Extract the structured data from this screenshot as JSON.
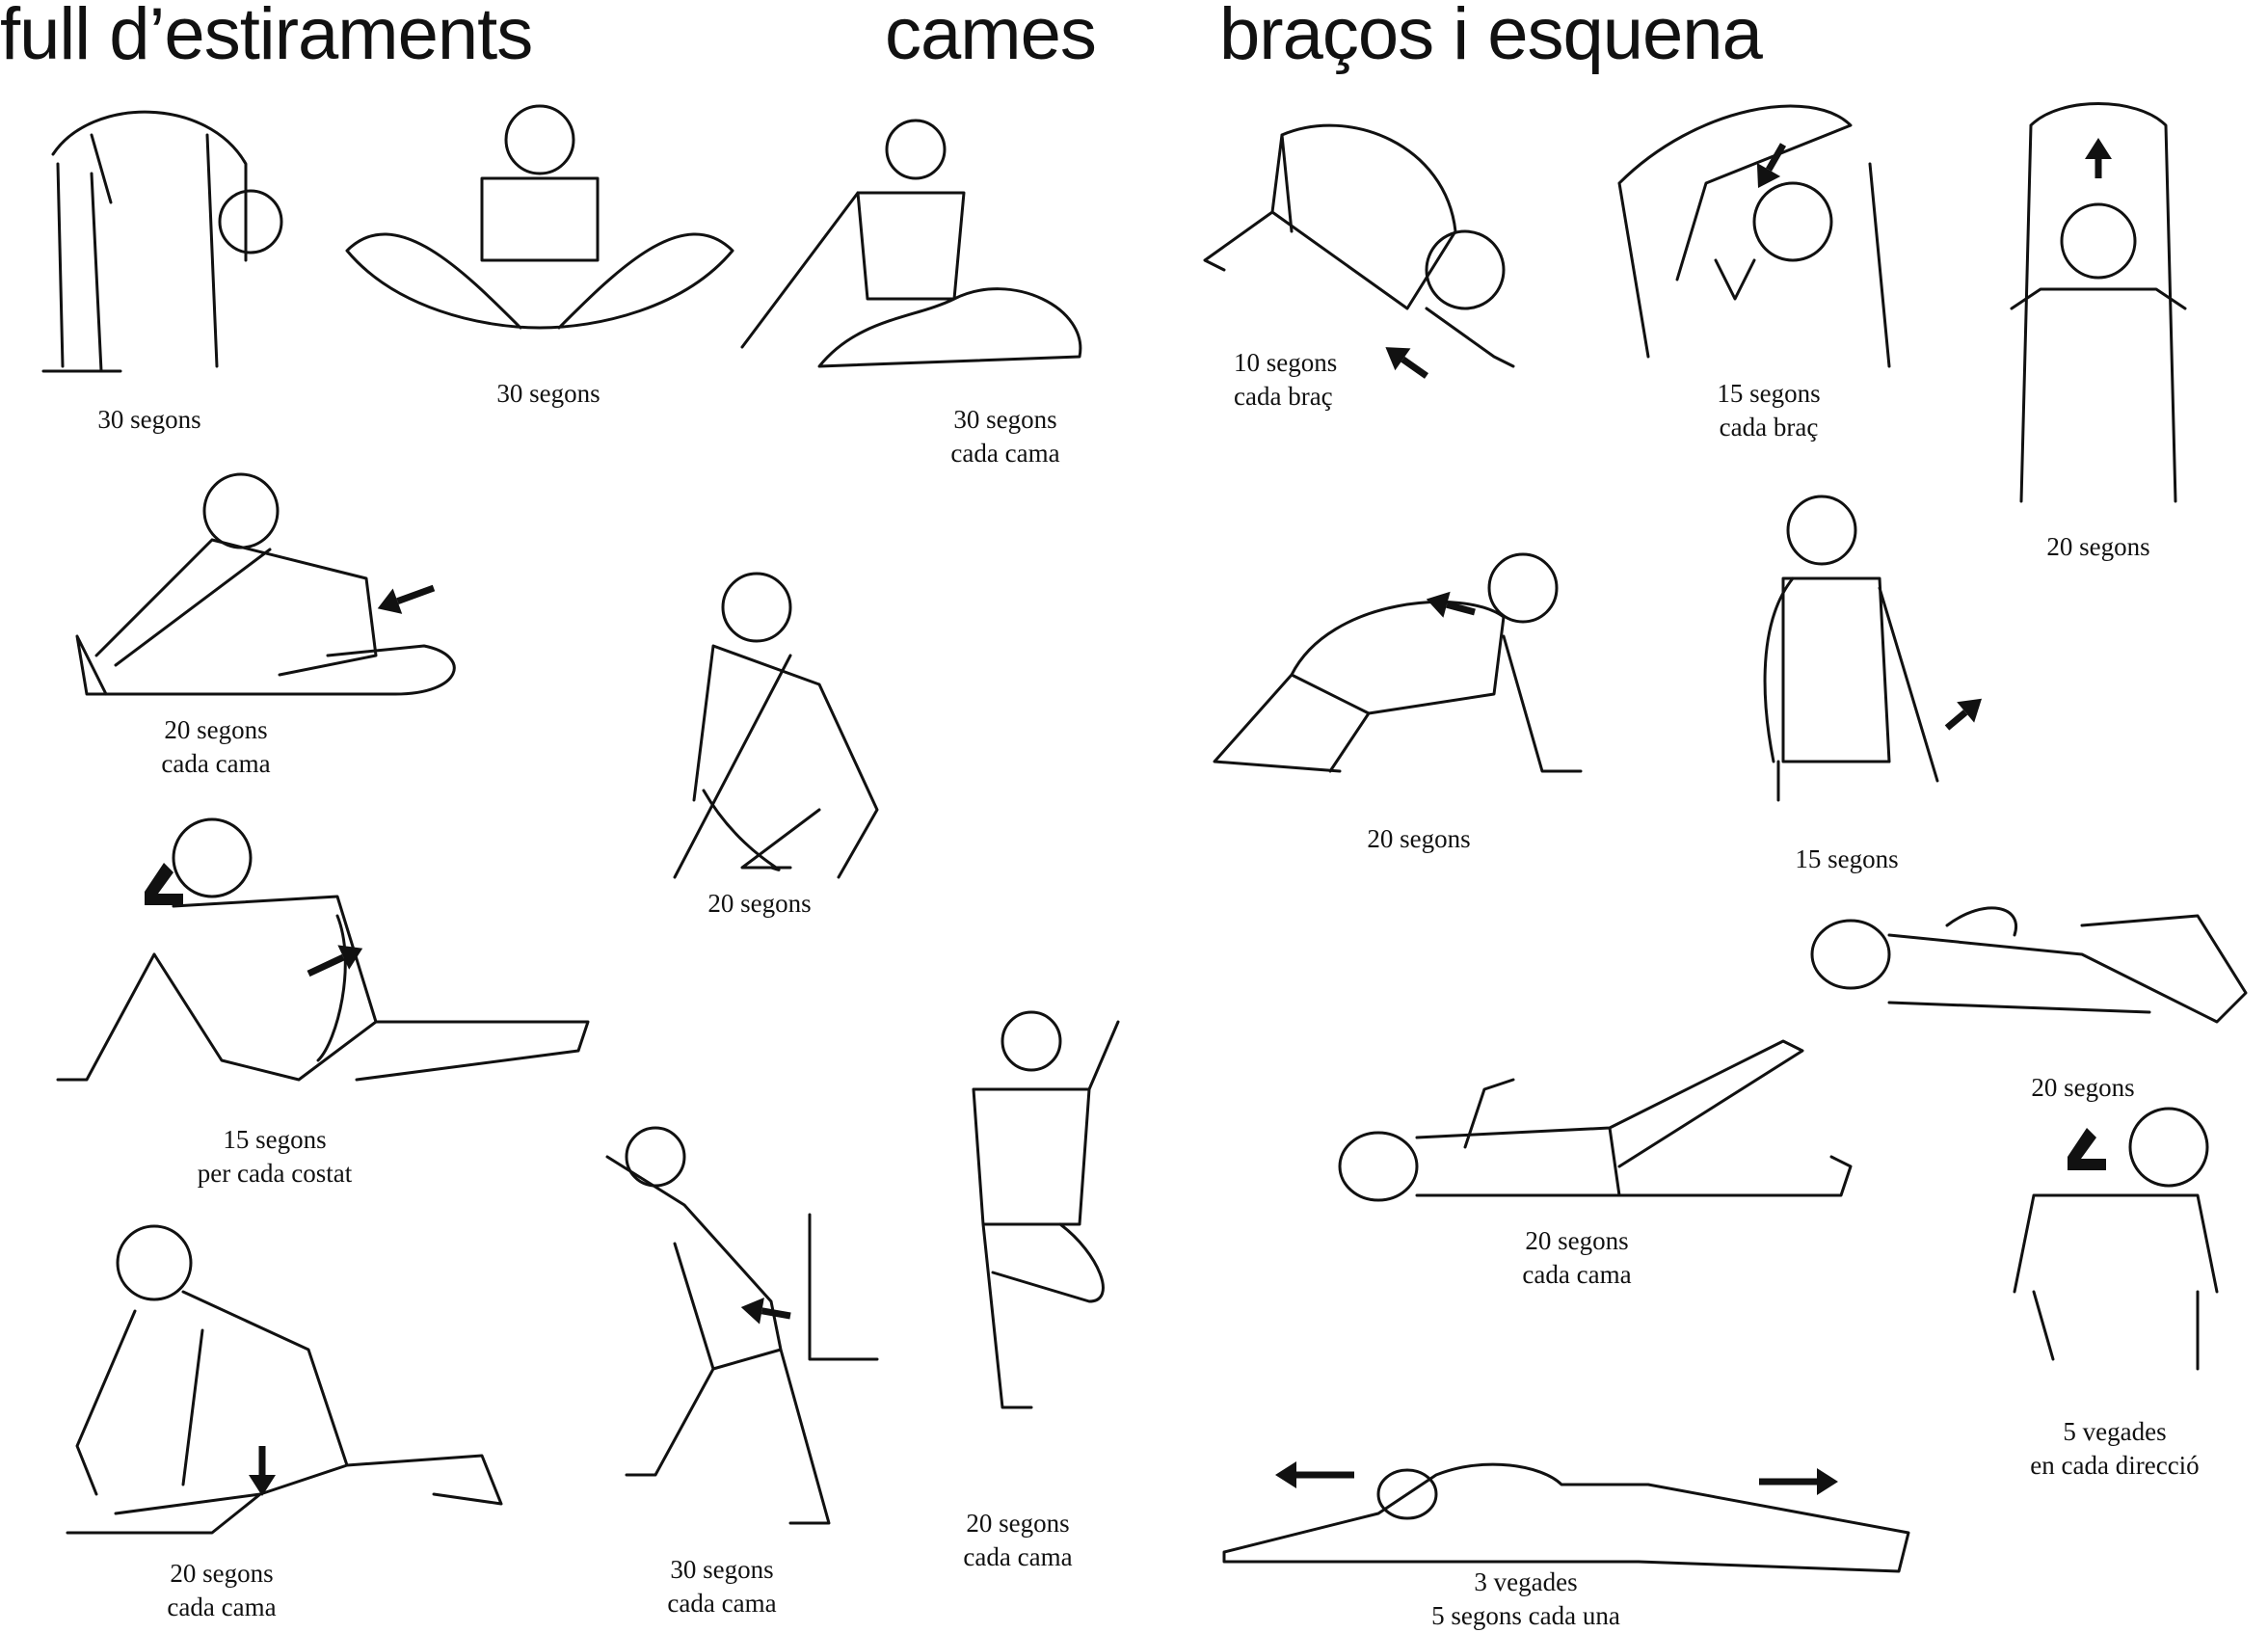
{
  "titles": {
    "main": "full d’estiraments",
    "legs": "cames",
    "arms_back": "braços i esquena"
  },
  "exercises": [
    {
      "lines": [
        "30 segons"
      ]
    },
    {
      "lines": [
        "30 segons"
      ]
    },
    {
      "lines": [
        "30 segons",
        "cada cama"
      ]
    },
    {
      "lines": [
        "20 segons",
        "cada cama"
      ]
    },
    {
      "lines": [
        "20 segons"
      ]
    },
    {
      "lines": [
        "15 segons",
        "per cada costat"
      ]
    },
    {
      "lines": [
        "20 segons",
        "cada cama"
      ]
    },
    {
      "lines": [
        "30 segons",
        "cada cama"
      ]
    },
    {
      "lines": [
        "20 segons",
        "cada cama"
      ]
    },
    {
      "lines": [
        "10 segons",
        "cada braç"
      ]
    },
    {
      "lines": [
        "15 segons",
        "cada braç"
      ]
    },
    {
      "lines": [
        "20 segons"
      ]
    },
    {
      "lines": [
        "20 segons"
      ]
    },
    {
      "lines": [
        "15 segons"
      ]
    },
    {
      "lines": [
        "20 segons"
      ]
    },
    {
      "lines": [
        "20 segons",
        "cada cama"
      ]
    },
    {
      "lines": [
        "5 vegades",
        "en cada direcció"
      ]
    },
    {
      "lines": [
        "3 vegades",
        "5 segons cada una"
      ]
    }
  ]
}
